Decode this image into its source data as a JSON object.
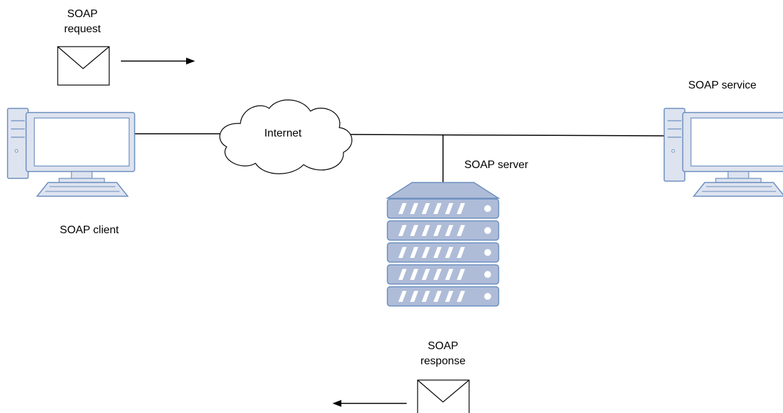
{
  "labels": {
    "soap_request_line1": "SOAP",
    "soap_request_line2": "request",
    "soap_response_line1": "SOAP",
    "soap_response_line2": "response",
    "internet": "Internet",
    "soap_client": "SOAP client",
    "soap_server": "SOAP server",
    "soap_service": "SOAP service"
  },
  "icons": {
    "client": "desktop-computer-icon",
    "service": "desktop-computer-icon",
    "server": "server-rack-icon",
    "network": "cloud-icon",
    "message": "envelope-icon"
  },
  "colors": {
    "computer_fill": "#DDE3EF",
    "computer_stroke": "#6C8EBF",
    "computer_screen": "#FFFFFF",
    "server_fill": "#AFBCD8",
    "server_stroke": "#6C8EBF",
    "line": "#000000"
  }
}
